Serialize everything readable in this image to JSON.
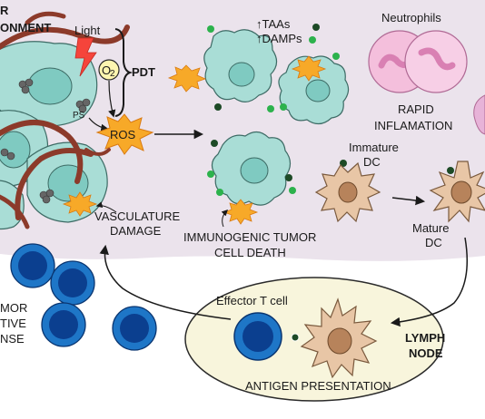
{
  "labels": {
    "title_line1": "R",
    "title_line2": "ONMENT",
    "light": "Light",
    "o2": "O",
    "o2_sub": "2",
    "pdt": "PDT",
    "ps": "PS",
    "ros": "ROS",
    "taas": "↑TAAs",
    "damps": "↑DAMPs",
    "neutrophils": "Neutrophils",
    "rapid_line1": "RAPID",
    "rapid_line2": "INFLAMATION",
    "immature_line1": "Immature",
    "immature_line2": "DC",
    "mature_line1": "Mature",
    "mature_line2": "DC",
    "vasc_line1": "VASCULATURE",
    "vasc_line2": "DAMAGE",
    "icd_line1": "IMMUNOGENIC TUMOR",
    "icd_line2": "CELL DEATH",
    "effector": "Effector T cell",
    "lymph_line1": "LYMPH",
    "lymph_line2": "NODE",
    "antigen": "ANTIGEN PRESENTATION",
    "response_line1": "MOR",
    "response_line2": "TIVE",
    "response_line3": "NSE"
  },
  "colors": {
    "environment_bg": "#ebe3ec",
    "lymph_node_fill": "#f8f5dc",
    "tumor_cell": "#a9ddd6",
    "tumor_nucleus": "#7fcac1",
    "vessel": "#8c3a2a",
    "ros_star": "#f7a928",
    "dc_fill": "#e8c6a6",
    "dc_nucleus": "#b7835b",
    "neutrophil": "#f4bfdc",
    "neutrophil_nucleus": "#d980b3",
    "tcell_outer": "#1e76c7",
    "tcell_inner": "#0b3f8f",
    "damp_green": "#2cb24c",
    "taa_dark": "#1d4a26"
  }
}
